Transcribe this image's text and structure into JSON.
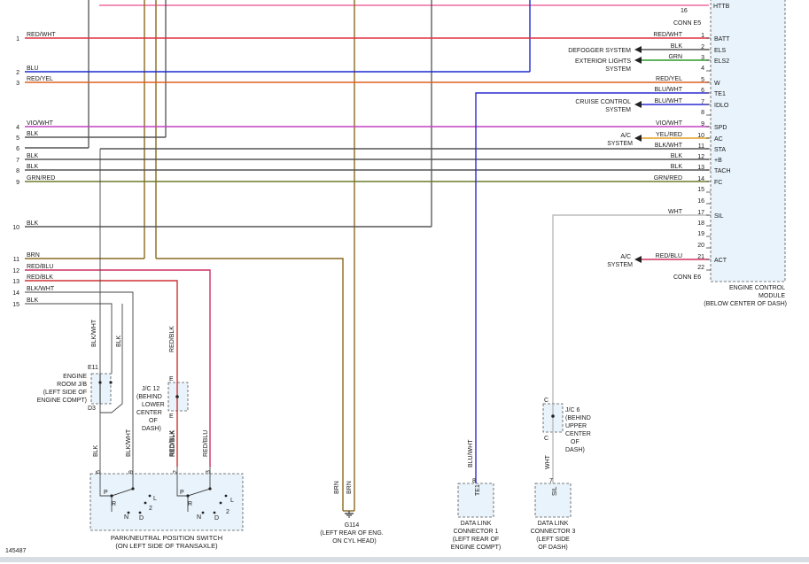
{
  "figure_id": "145487",
  "colors": {
    "RED/WHT": "#e03040",
    "BLU": "#1a2ad0",
    "RED/YEL": "#e06020",
    "VIO/WHT": "#c040c0",
    "BLK": "#555555",
    "GRN": "#2a9a2a",
    "GRN/RED": "#6b7a2a",
    "BRN": "#8a6a20",
    "BLU/WHT": "#2a2ad0",
    "YEL/RED": "#e0a020",
    "RED/BLU": "#d03060",
    "RED/BLK": "#d03030",
    "WHT": "#bbbbbb",
    "PNK": "#f06aa0"
  },
  "left_pins": [
    {
      "num": "1",
      "label": "RED/WHT"
    },
    {
      "num": "2",
      "label": "BLU"
    },
    {
      "num": "3",
      "label": "RED/YEL"
    },
    {
      "num": "4",
      "label": "VIO/WHT"
    },
    {
      "num": "5",
      "label": "BLK"
    },
    {
      "num": "6",
      "label": ""
    },
    {
      "num": "7",
      "label": "BLK"
    },
    {
      "num": "8",
      "label": "BLK"
    },
    {
      "num": "9",
      "label": "GRN/RED"
    },
    {
      "num": "10",
      "label": "BLK"
    },
    {
      "num": "11",
      "label": "BRN"
    },
    {
      "num": "12",
      "label": "RED/BLU"
    },
    {
      "num": "13",
      "label": "RED/BLK"
    },
    {
      "num": "14",
      "label": "BLK/WHT"
    },
    {
      "num": "15",
      "label": "BLK"
    }
  ],
  "ecm": {
    "title_lines": [
      "ENGINE CONTROL",
      "MODULE",
      "(BELOW CENTER OF DASH)"
    ],
    "conn_top": "CONN E5",
    "conn_bottom": "CONN E6",
    "top_pin": "16",
    "top_label": "HTTB",
    "pins": [
      {
        "num": "1",
        "label": "BATT",
        "wire": "RED/WHT"
      },
      {
        "num": "2",
        "label": "ELS",
        "wire": "BLK"
      },
      {
        "num": "3",
        "label": "ELS2",
        "wire": "GRN"
      },
      {
        "num": "4",
        "label": "",
        "wire": ""
      },
      {
        "num": "5",
        "label": "W",
        "wire": "RED/YEL"
      },
      {
        "num": "6",
        "label": "TE1",
        "wire": "BLU/WHT"
      },
      {
        "num": "7",
        "label": "IDLO",
        "wire": "BLU/WHT"
      },
      {
        "num": "8",
        "label": "",
        "wire": ""
      },
      {
        "num": "9",
        "label": "SPD",
        "wire": "VIO/WHT"
      },
      {
        "num": "10",
        "label": "AC",
        "wire": "YEL/RED"
      },
      {
        "num": "11",
        "label": "STA",
        "wire": "BLK/WHT"
      },
      {
        "num": "12",
        "label": "+B",
        "wire": "BLK"
      },
      {
        "num": "13",
        "label": "TACH",
        "wire": "BLK"
      },
      {
        "num": "14",
        "label": "FC",
        "wire": "GRN/RED"
      },
      {
        "num": "15",
        "label": "",
        "wire": ""
      },
      {
        "num": "16",
        "label": "",
        "wire": ""
      },
      {
        "num": "17",
        "label": "SIL",
        "wire": "WHT"
      },
      {
        "num": "18",
        "label": "",
        "wire": ""
      },
      {
        "num": "19",
        "label": "",
        "wire": ""
      },
      {
        "num": "20",
        "label": "",
        "wire": ""
      },
      {
        "num": "21",
        "label": "ACT",
        "wire": "RED/BLU"
      },
      {
        "num": "22",
        "label": "",
        "wire": ""
      }
    ]
  },
  "systems": {
    "defogger": "DEFOGGER SYSTEM",
    "exterior_1": "EXTERIOR LIGHTS",
    "exterior_2": "SYSTEM",
    "cruise_1": "CRUISE CONTROL",
    "cruise_2": "SYSTEM",
    "ac_1": "A/C",
    "ac_2": "SYSTEM",
    "ac_act_1": "A/C",
    "ac_act_2": "SYSTEM"
  },
  "engine_room_jb": {
    "pin_top": "E11",
    "pin_bottom": "D3",
    "lines": [
      "ENGINE",
      "ROOM J/B",
      "(LEFT SIDE OF",
      "ENGINE COMPT)"
    ]
  },
  "jc12": {
    "pin": "E",
    "lines": [
      "J/C 12",
      "(BEHIND",
      "LOWER",
      "CENTER",
      "OF",
      "DASH)"
    ]
  },
  "jc6": {
    "pin": "C",
    "lines": [
      "J/C 6",
      "(BEHIND",
      "UPPER",
      "CENTER",
      "OF",
      "DASH)"
    ]
  },
  "pnp_switch": {
    "title_1": "PARK/NEUTRAL POSITION SWITCH",
    "title_2": "(ON LEFT SIDE OF TRANSAXLE)",
    "pins": [
      {
        "num": "6",
        "wire": "BLK"
      },
      {
        "num": "9",
        "wire": "BLK/WHT"
      },
      {
        "num": "2",
        "wire": "RED/BLK"
      },
      {
        "num": "3",
        "wire": "RED/BLU"
      }
    ],
    "left_positions": [
      "P",
      "R",
      "N",
      "D",
      "2",
      "L"
    ],
    "right_positions": [
      "P",
      "R",
      "N",
      "D",
      "2",
      "L"
    ]
  },
  "ground": {
    "name": "G114",
    "desc_1": "(LEFT REAR OF ENG.",
    "desc_2": "ON CYL HEAD)",
    "wire_1": "BRN",
    "wire_2": "BRN"
  },
  "dlc1": {
    "pin": "8",
    "wire": "BLU/WHT",
    "terminal": "TE1",
    "lines": [
      "DATA LINK",
      "CONNECTOR 1",
      "(LEFT REAR OF",
      "ENGINE COMPT)"
    ]
  },
  "dlc3": {
    "pin": "7",
    "wire": "WHT",
    "terminal": "SIL",
    "lines": [
      "DATA LINK",
      "CONNECTOR 3",
      "(LEFT SIDE",
      "OF DASH)"
    ]
  },
  "splice_wires": {
    "jb_up": "BLK/WHT",
    "jb_up2": "BLK",
    "jc12_up": "RED/BLK",
    "jc12_down": "RED/BLK",
    "jc6_down": "WHT"
  }
}
